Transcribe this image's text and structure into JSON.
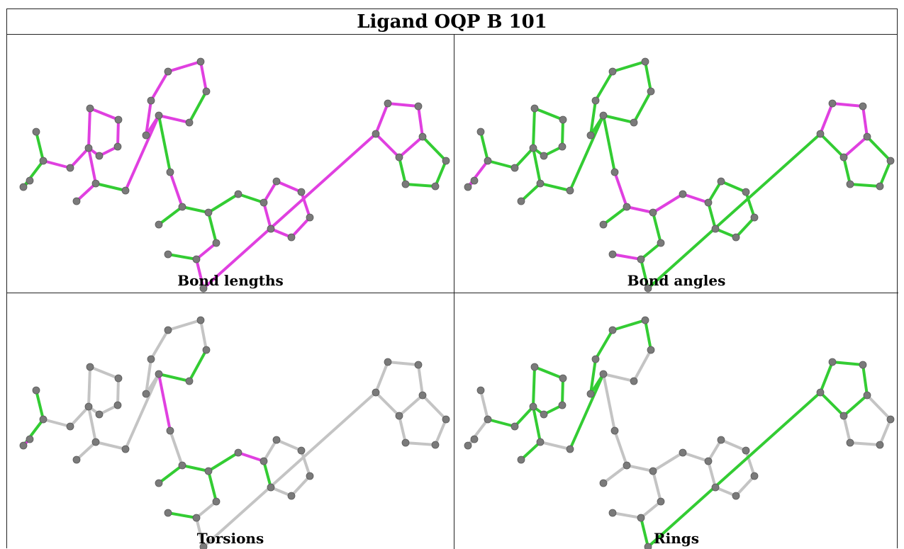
{
  "title": "Ligand OQP B 101",
  "colors": {
    "green": "#33cc33",
    "magenta": "#e040e0",
    "gray": "#c4c4c4",
    "atom": "#7a7a7a"
  },
  "panels": [
    {
      "caption": "Bond lengths",
      "magenta_bonds": [
        3,
        4,
        5,
        6,
        7,
        8,
        9,
        10,
        11,
        13,
        14,
        15,
        16,
        17,
        18,
        20,
        22,
        27,
        28,
        29,
        30,
        31,
        32,
        34,
        36,
        37,
        38,
        39,
        40,
        41,
        42
      ],
      "gray_bonds": []
    },
    {
      "caption": "Bond angles",
      "magenta_bonds": [
        1,
        2,
        22,
        24,
        25,
        26,
        35,
        38,
        39,
        40,
        41
      ],
      "gray_bonds": []
    },
    {
      "caption": "Torsions",
      "magenta_bonds": [
        2,
        21,
        26
      ],
      "green_bonds": [
        0,
        1,
        19,
        20,
        23,
        24,
        25,
        27,
        33,
        35
      ],
      "default": "gray"
    },
    {
      "caption": "Rings",
      "green_bonds": [
        3,
        4,
        5,
        6,
        7,
        8,
        9,
        10,
        11,
        13,
        14,
        15,
        16,
        17,
        18,
        36,
        37,
        38,
        39,
        40,
        41,
        42
      ],
      "default": "gray"
    }
  ]
}
